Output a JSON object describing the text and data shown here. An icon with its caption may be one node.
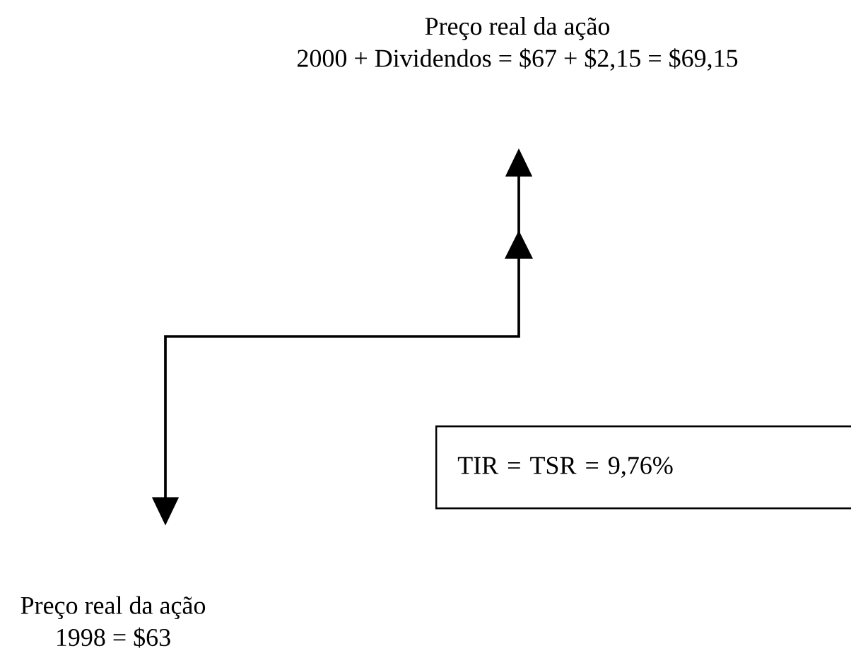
{
  "diagram": {
    "nodes": [
      {
        "text": [
          "Preço real da ação",
          "2000 + Dividendos = $67 + $2,15 = $69,15"
        ]
      },
      {
        "text": [
          "Preço real da ação",
          "1998 = $63"
        ]
      },
      {
        "text": [
          "TIR = TSR = 9,76%"
        ]
      }
    ],
    "edges": [
      {
        "from": 1,
        "to": 0,
        "arrow": "both"
      }
    ]
  }
}
